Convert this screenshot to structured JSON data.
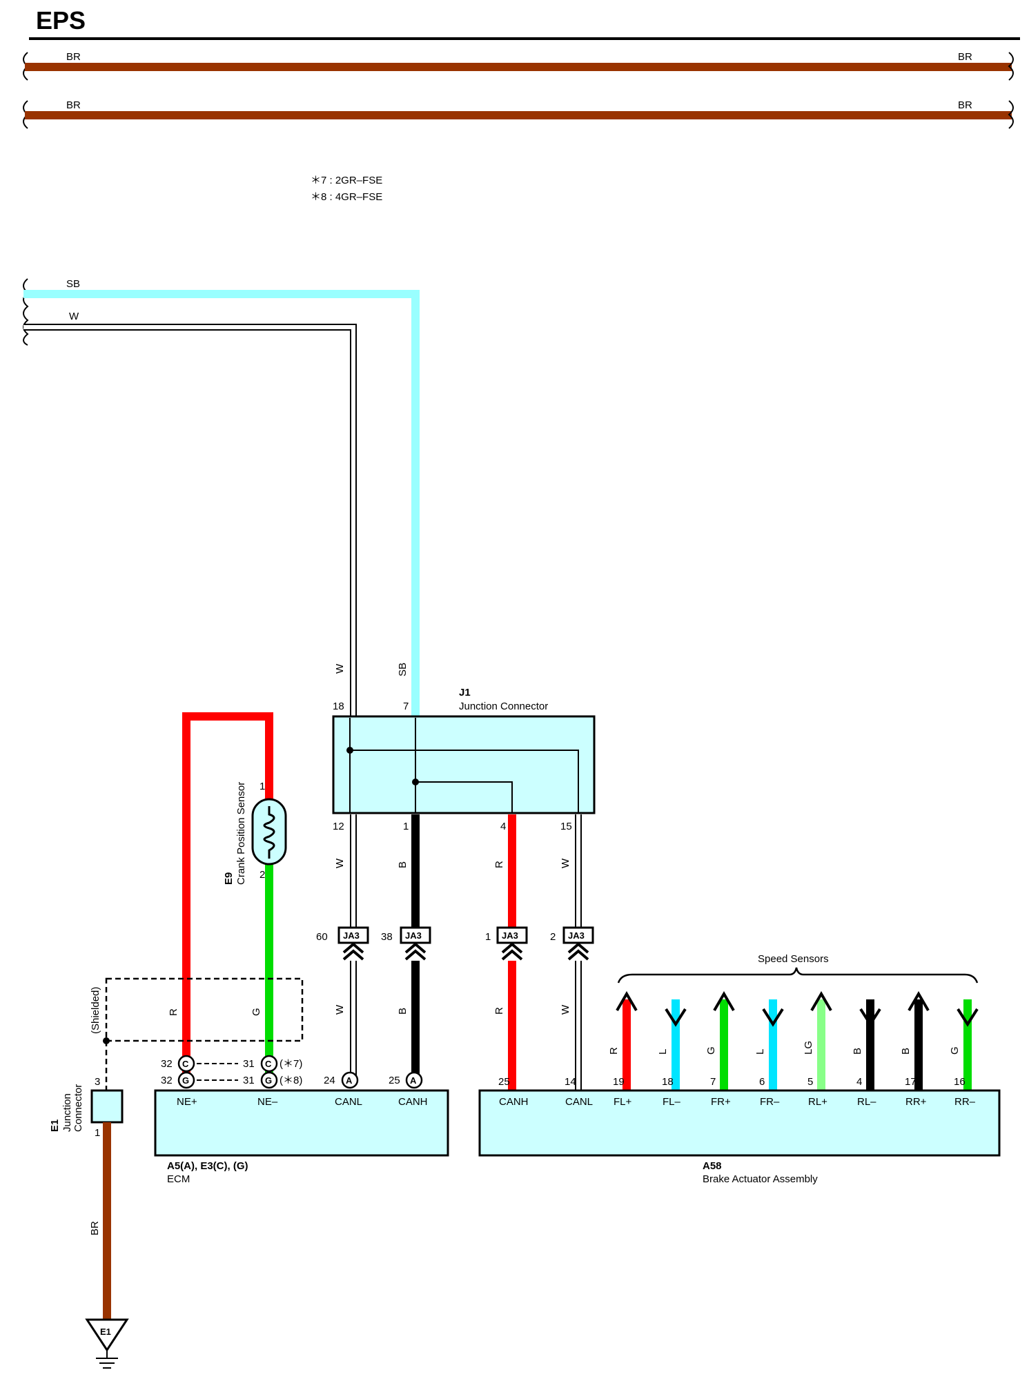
{
  "title": "EPS",
  "colors": {
    "BR": "#993300",
    "SB": "#99FFFF",
    "W": "#FFFFFF",
    "R": "#FF0000",
    "B": "#000000",
    "G": "#00DD00",
    "L": "#00E5FF",
    "LG": "#88FF88",
    "box_fill": "#CCFFFF"
  },
  "top_wires": [
    {
      "left": "BR",
      "right": "BR"
    },
    {
      "left": "BR",
      "right": "BR"
    }
  ],
  "notes": [
    "＊7 : 2GR–FSE",
    "＊8 : 4GR–FSE"
  ],
  "input_wires": {
    "sb": "SB",
    "w": "W"
  },
  "j1": {
    "code": "J1",
    "name": "Junction Connector",
    "top_pins": [
      {
        "num": "18",
        "color": "W"
      },
      {
        "num": "7",
        "color": "SB"
      }
    ],
    "bottom_pins": [
      {
        "num": "12",
        "color": "W"
      },
      {
        "num": "1",
        "color": "B"
      },
      {
        "num": "4",
        "color": "R"
      },
      {
        "num": "15",
        "color": "W"
      }
    ]
  },
  "ja3": [
    {
      "num": "60",
      "label": "JA3",
      "color": "W"
    },
    {
      "num": "38",
      "label": "JA3",
      "color": "B"
    },
    {
      "num": "1",
      "label": "JA3",
      "color": "R"
    },
    {
      "num": "2",
      "label": "JA3",
      "color": "W"
    }
  ],
  "sensor": {
    "code": "E9",
    "name": "Crank Position Sensor",
    "pin1": "1",
    "pin2": "2"
  },
  "shield": {
    "label": "(Shielded)",
    "wire_left": "R",
    "wire_right": "G"
  },
  "e1": {
    "code": "E1",
    "name_line1": "Junction",
    "name_line2": "Connector",
    "pin_top": "3",
    "pin_bottom": "1",
    "wire": "BR",
    "ground": "E1"
  },
  "ecm": {
    "code": "A5(A), E3(C), (G)",
    "name": "ECM",
    "terminals": [
      "NE+",
      "NE–",
      "CANL",
      "CANH"
    ],
    "row1": {
      "left_pin": "32",
      "left_conn": "C",
      "right_pin": "31",
      "right_conn": "C",
      "note": "(＊7)"
    },
    "row2": {
      "left_pin": "32",
      "left_conn": "G",
      "right_pin": "31",
      "right_conn": "G",
      "note": "(＊8)"
    },
    "can_pins": [
      {
        "num": "24",
        "conn": "A"
      },
      {
        "num": "25",
        "conn": "A"
      }
    ]
  },
  "brake": {
    "code": "A58",
    "name": "Brake Actuator Assembly",
    "speed_label": "Speed Sensors",
    "terminals": [
      {
        "label": "CANH",
        "pin": "25",
        "color": "R"
      },
      {
        "label": "CANL",
        "pin": "14",
        "color": "W"
      },
      {
        "label": "FL+",
        "pin": "19",
        "color": "R",
        "dir": "up"
      },
      {
        "label": "FL–",
        "pin": "18",
        "color": "L",
        "dir": "down"
      },
      {
        "label": "FR+",
        "pin": "7",
        "color": "G",
        "dir": "up"
      },
      {
        "label": "FR–",
        "pin": "6",
        "color": "L",
        "dir": "down"
      },
      {
        "label": "RL+",
        "pin": "5",
        "color": "LG",
        "dir": "up"
      },
      {
        "label": "RL–",
        "pin": "4",
        "color": "B",
        "dir": "down"
      },
      {
        "label": "RR+",
        "pin": "17",
        "color": "B",
        "dir": "up"
      },
      {
        "label": "RR–",
        "pin": "16",
        "color": "G",
        "dir": "down"
      }
    ]
  },
  "wire_codes": {
    "can_w": "W",
    "can_b": "B",
    "can_r": "R",
    "can_w2": "W"
  }
}
